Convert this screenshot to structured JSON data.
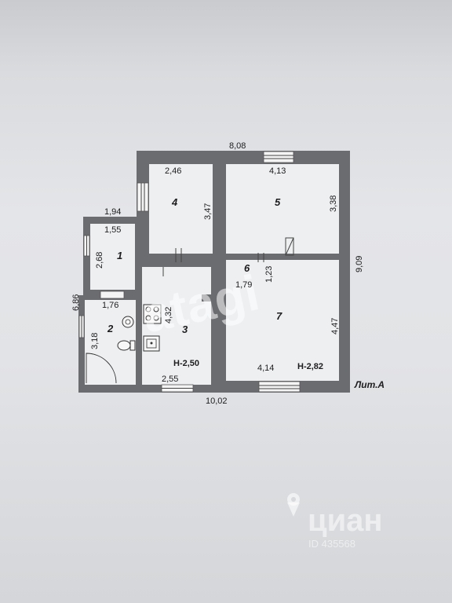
{
  "plan": {
    "title": "Лит.А",
    "outer_dims": {
      "top": "8,08",
      "right": "9,09",
      "bottom": "10,02",
      "left_lower": "6,86",
      "left_step": "1,94"
    },
    "rooms": [
      {
        "number": "1",
        "dims": [
          "1,55",
          "2,68"
        ]
      },
      {
        "number": "2",
        "dims": [
          "1,76",
          "3,18"
        ]
      },
      {
        "number": "3",
        "dims": [
          "4,32",
          "2,55"
        ],
        "height": "Н-2,50"
      },
      {
        "number": "4",
        "dims": [
          "2,46",
          "3,47"
        ]
      },
      {
        "number": "5",
        "dims": [
          "4,13",
          "3,38"
        ]
      },
      {
        "number": "6",
        "dims": [
          "1,79",
          "1,23"
        ]
      },
      {
        "number": "7",
        "dims": [
          "4,47",
          "4,14"
        ],
        "height": "Н-2,82"
      }
    ]
  },
  "watermarks": {
    "center": "atagi",
    "brand": "циан",
    "id": "ID 435568"
  }
}
